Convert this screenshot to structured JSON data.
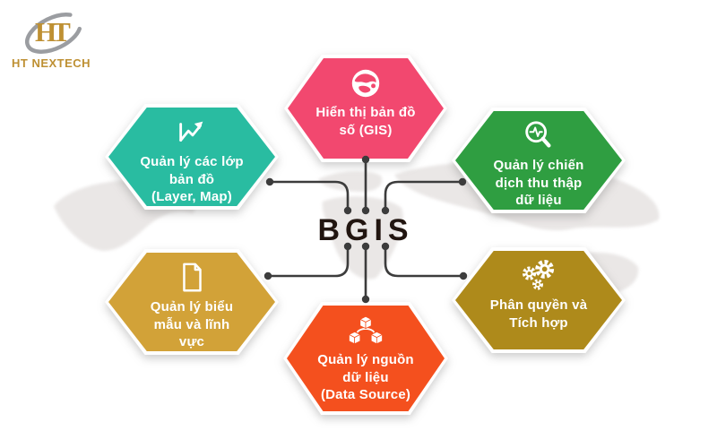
{
  "logo": {
    "monogram": "HT",
    "company": "HT NEXTECH",
    "gold": "#BE9033",
    "swoosh_gray": "#9B9DA1"
  },
  "center": {
    "title": "BGIS"
  },
  "nodes": [
    {
      "id": "gis-display",
      "label": "Hiển thị bản đồ\nsố (GIS)",
      "icon": "globe-icon",
      "color": "#F2486F"
    },
    {
      "id": "map-layers",
      "label": "Quản lý các lớp\nbản đồ\n(Layer, Map)",
      "icon": "line-chart-icon",
      "color": "#29BCA1"
    },
    {
      "id": "campaigns",
      "label": "Quản lý chiến\ndịch thu thập\ndữ liệu",
      "icon": "search-pulse-icon",
      "color": "#2F9E41"
    },
    {
      "id": "forms",
      "label": "Quản lý biểu\nmẫu và lĩnh\nvực",
      "icon": "document-icon",
      "color": "#D2A238"
    },
    {
      "id": "data-source",
      "label": "Quản lý nguồn\ndữ liệu\n(Data Source)",
      "icon": "cubes-icon",
      "color": "#F4501E"
    },
    {
      "id": "permissions",
      "label": "Phân quyền và\nTích hợp",
      "icon": "gears-icon",
      "color": "#AE8A1B"
    }
  ],
  "palette": {
    "connector": "#3C3C3C",
    "bgis_text": "#211510",
    "map_gray": "#E9E6E5",
    "background": "#FFFFFF"
  }
}
